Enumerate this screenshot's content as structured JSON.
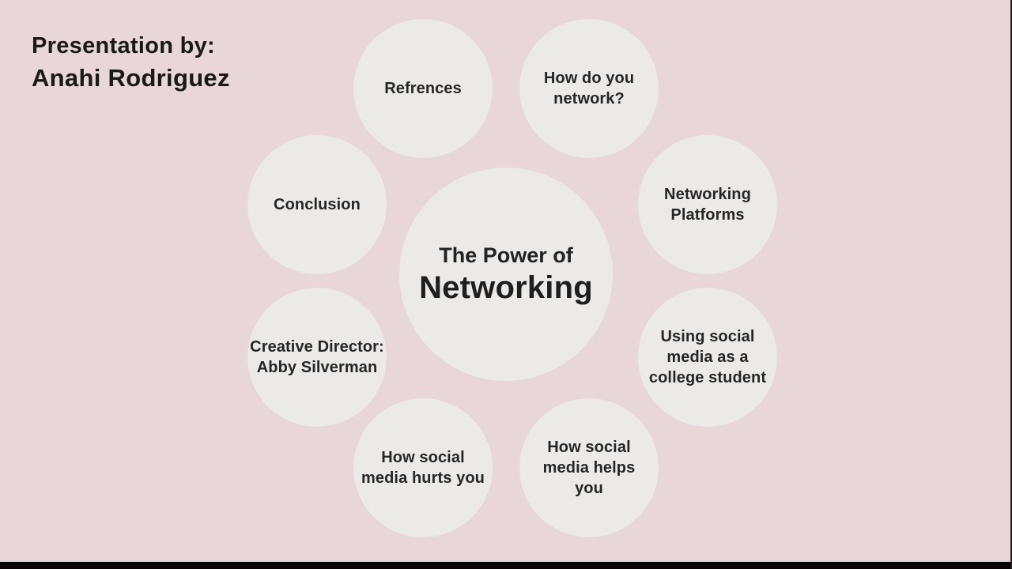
{
  "colors": {
    "background": "#e8d6d8",
    "bubble": "#ebeae9",
    "text": "#262626",
    "title_text": "#191919",
    "letterbox": "#050505"
  },
  "byline": {
    "line1": "Presentation by:",
    "line2": "Anahi Rodriguez"
  },
  "center_topic": {
    "line1": "The Power of",
    "line2": "Networking"
  },
  "topics": [
    {
      "name": "references",
      "label": "Refrences"
    },
    {
      "name": "how-do-you-network",
      "label": "How do you\nnetwork?"
    },
    {
      "name": "networking-platforms",
      "label": "Networking\nPlatforms"
    },
    {
      "name": "conclusion",
      "label": "Conclusion"
    },
    {
      "name": "using-social-media-as-a-college-student",
      "label": "Using social\nmedia as a\ncollege student"
    },
    {
      "name": "creative-director",
      "label": "Creative Director:\nAbby Silverman"
    },
    {
      "name": "how-social-media-hurts-you",
      "label": "How social\nmedia hurts you"
    },
    {
      "name": "how-social-media-helps-you",
      "label": "How social\nmedia helps\nyou"
    }
  ]
}
